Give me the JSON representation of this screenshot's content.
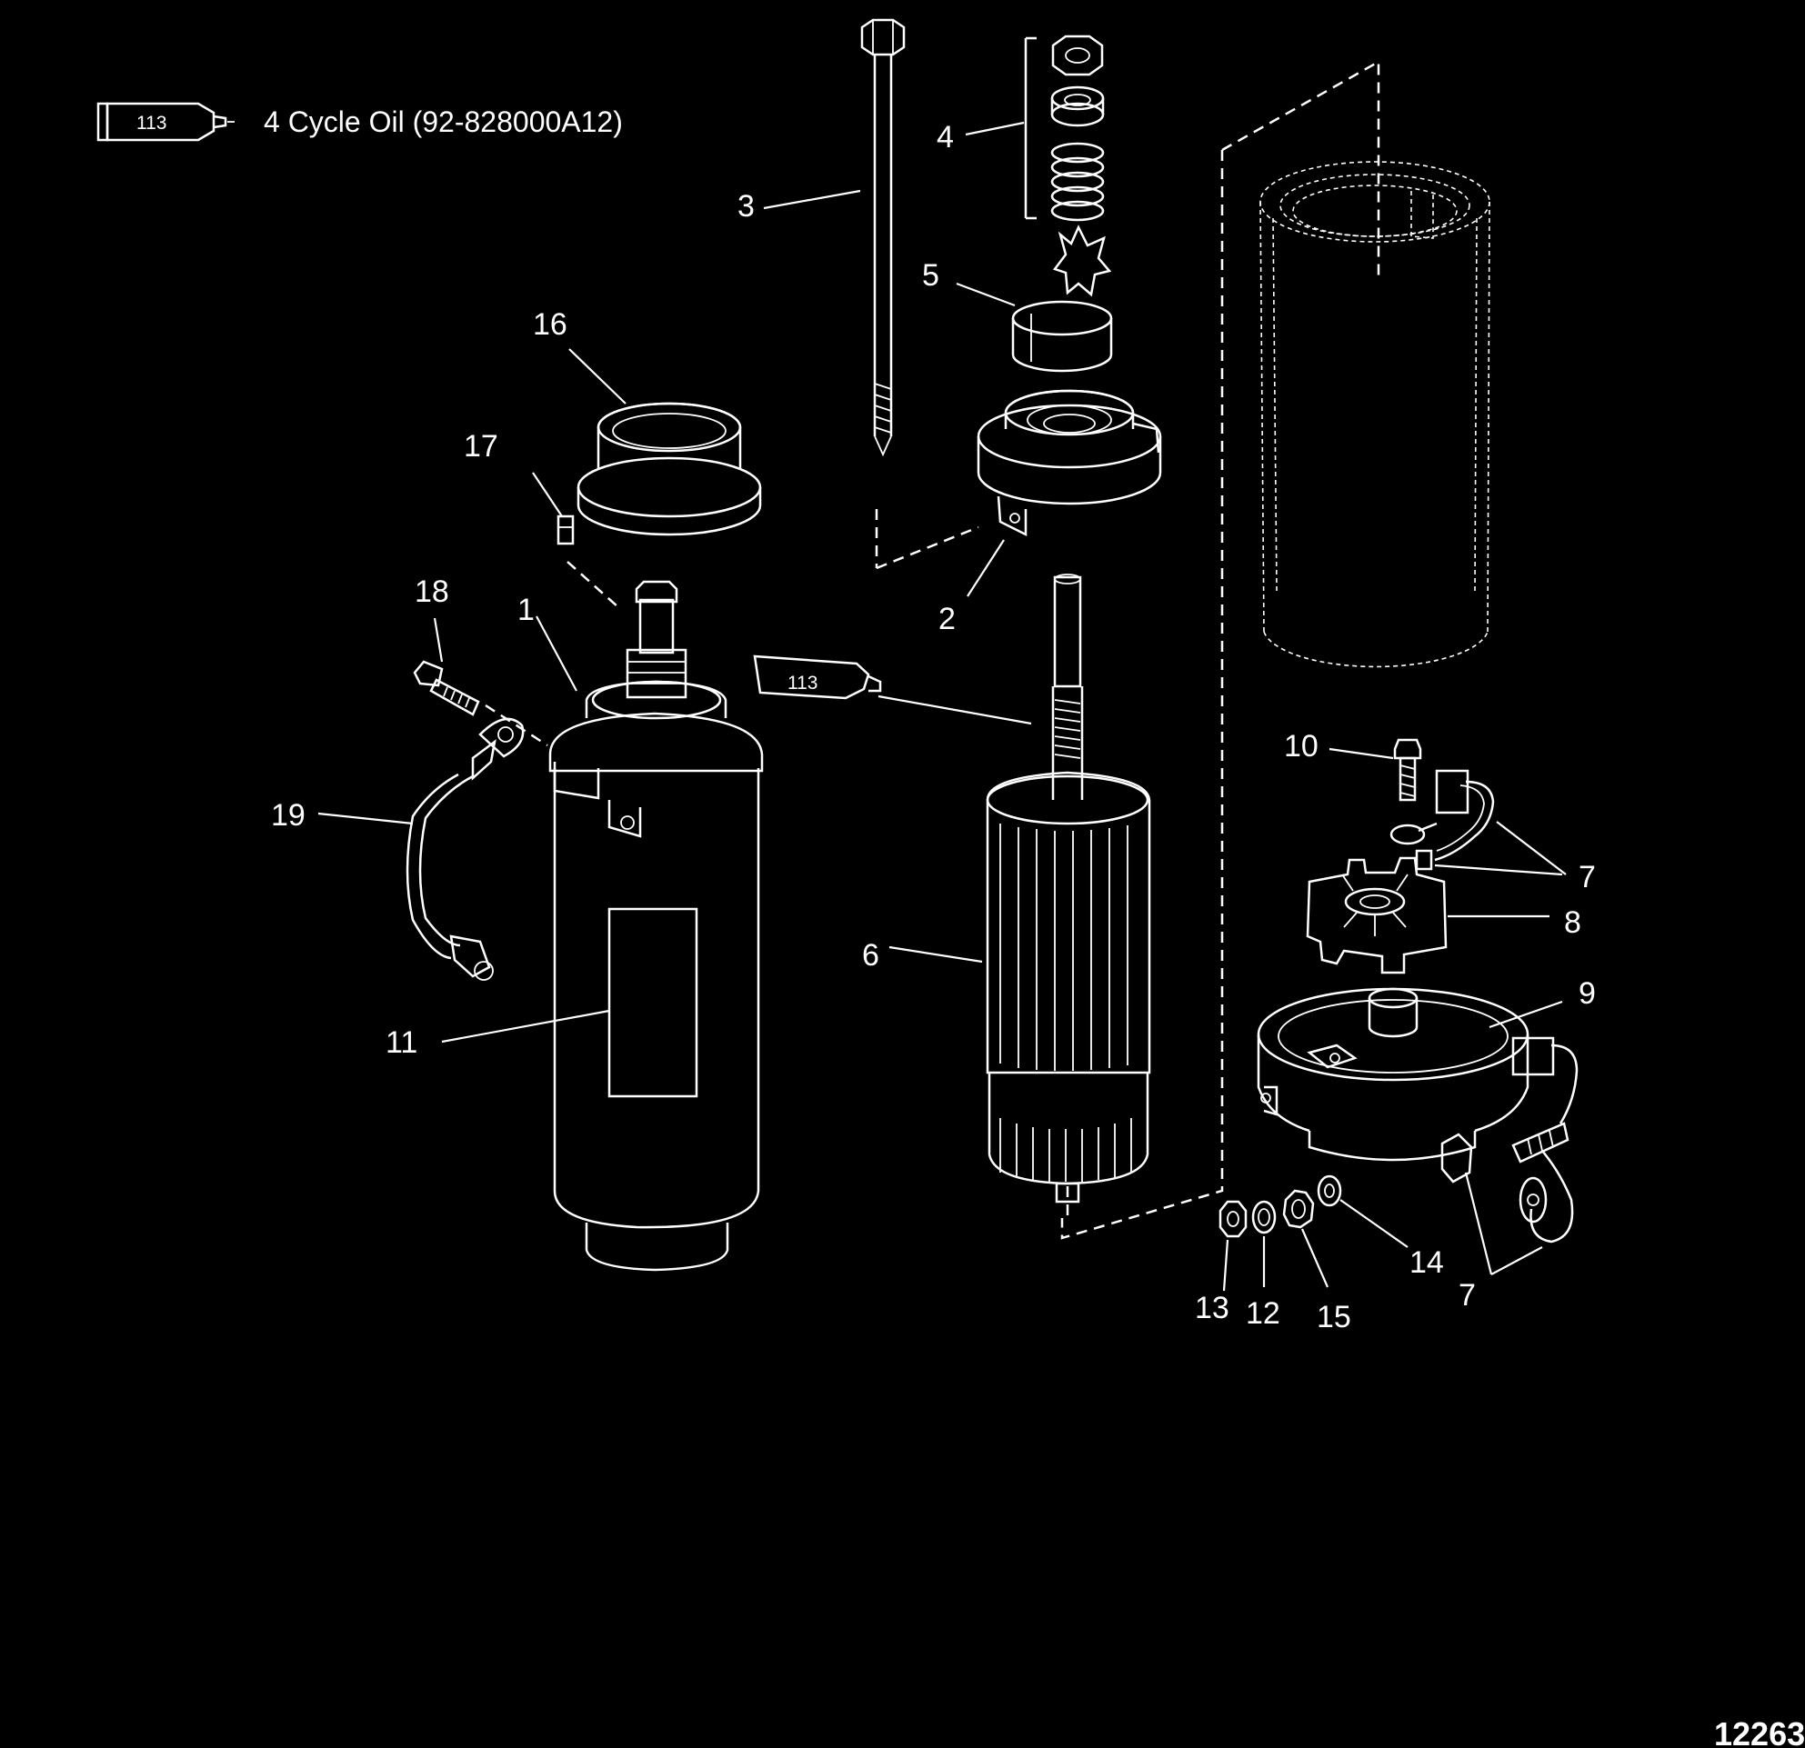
{
  "legend": {
    "tube_label": "113",
    "text": "4 Cycle Oil (92-828000A12)"
  },
  "callouts": {
    "c1": "1",
    "c2": "2",
    "c3": "3",
    "c4": "4",
    "c5": "5",
    "c6": "6",
    "c7a": "7",
    "c7b": "7",
    "c8": "8",
    "c9": "9",
    "c10": "10",
    "c11": "11",
    "c12": "12",
    "c13": "13",
    "c14": "14",
    "c15": "15",
    "c16": "16",
    "c17": "17",
    "c18": "18",
    "c19": "19"
  },
  "lube_tube_label": "113",
  "figure_number": "12263"
}
